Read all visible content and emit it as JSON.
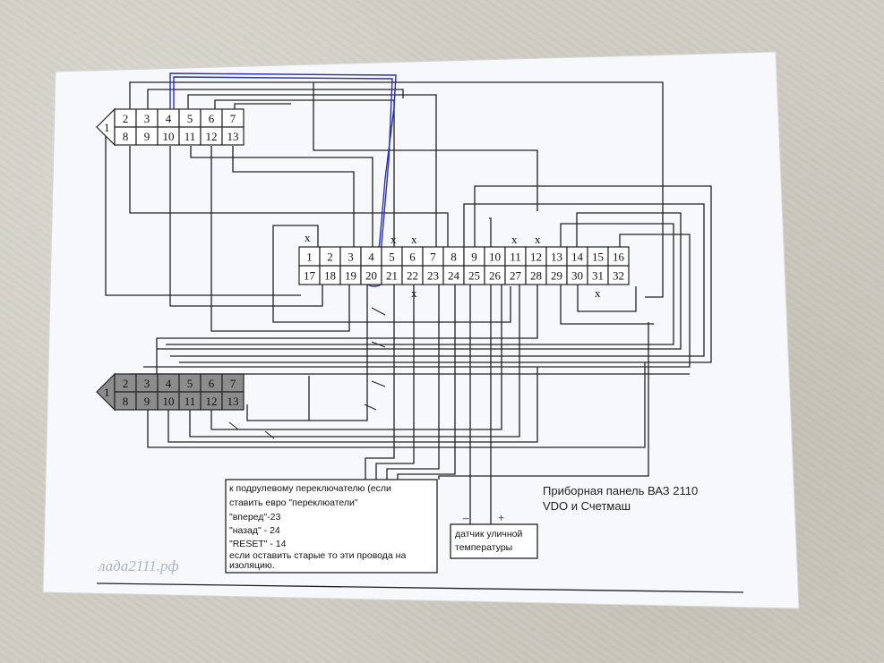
{
  "connector_top_left": {
    "corner_label": "1",
    "row1": [
      "2",
      "3",
      "4",
      "5",
      "6",
      "7"
    ],
    "row2": [
      "8",
      "9",
      "10",
      "11",
      "12",
      "13"
    ]
  },
  "connector_bottom_left": {
    "corner_label": "1",
    "row1": [
      "2",
      "3",
      "4",
      "5",
      "6",
      "7"
    ],
    "row2": [
      "8",
      "9",
      "10",
      "11",
      "12",
      "13"
    ]
  },
  "connector_main": {
    "row1": [
      "1",
      "2",
      "3",
      "4",
      "5",
      "6",
      "7",
      "8",
      "9",
      "10",
      "11",
      "12",
      "13",
      "14",
      "15",
      "16"
    ],
    "row2": [
      "17",
      "18",
      "19",
      "20",
      "21",
      "22",
      "23",
      "24",
      "25",
      "26",
      "27",
      "28",
      "29",
      "30",
      "31",
      "32"
    ],
    "unused_mark": "x"
  },
  "note_box": {
    "lines": [
      "к подрулевому переключателю (если",
      "ставить евро \"переклюатели\"",
      "\"вперед\"-23",
      "\"назад\" - 24",
      "\"RESET\" - 14",
      "если оставить старые то эти провода на",
      "изоляцию."
    ]
  },
  "sensor_box": {
    "lines": [
      "датчик уличной",
      "температуры"
    ],
    "minus_label": "–",
    "plus_label": "+"
  },
  "caption": {
    "line1": "Приборная панель ВАЗ 2110",
    "line2": "VDO и Счетмаш"
  },
  "watermark": "лада2111.рф",
  "colors": {
    "wire": "#222222",
    "pen": "#2a2fb8",
    "paper": "#f7f8fb",
    "shaded_connector": "#8c8c8c"
  }
}
